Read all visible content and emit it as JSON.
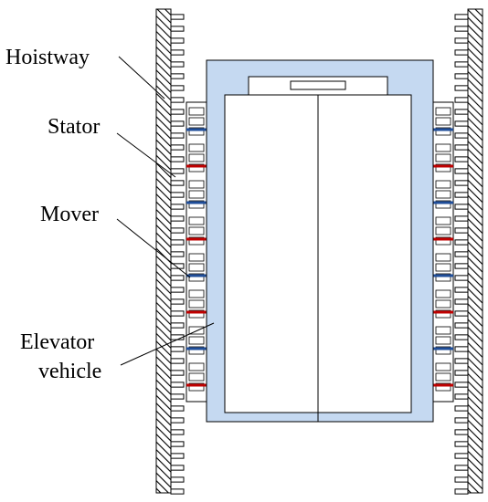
{
  "labels": {
    "hoistway": "Hoistway",
    "stator": "Stator",
    "mover": "Mover",
    "vehicle_line1": "Elevator",
    "vehicle_line2": "vehicle"
  },
  "colors": {
    "wall_stroke": "#000000",
    "cabin_fill": "#c5d9f1",
    "door_fill": "#ffffff",
    "mover_blue": "#1f4e9a",
    "mover_red": "#c00000",
    "line": "#000000"
  },
  "mover_pattern": [
    "blue",
    "red",
    "blue",
    "red",
    "blue",
    "red",
    "blue",
    "red"
  ]
}
